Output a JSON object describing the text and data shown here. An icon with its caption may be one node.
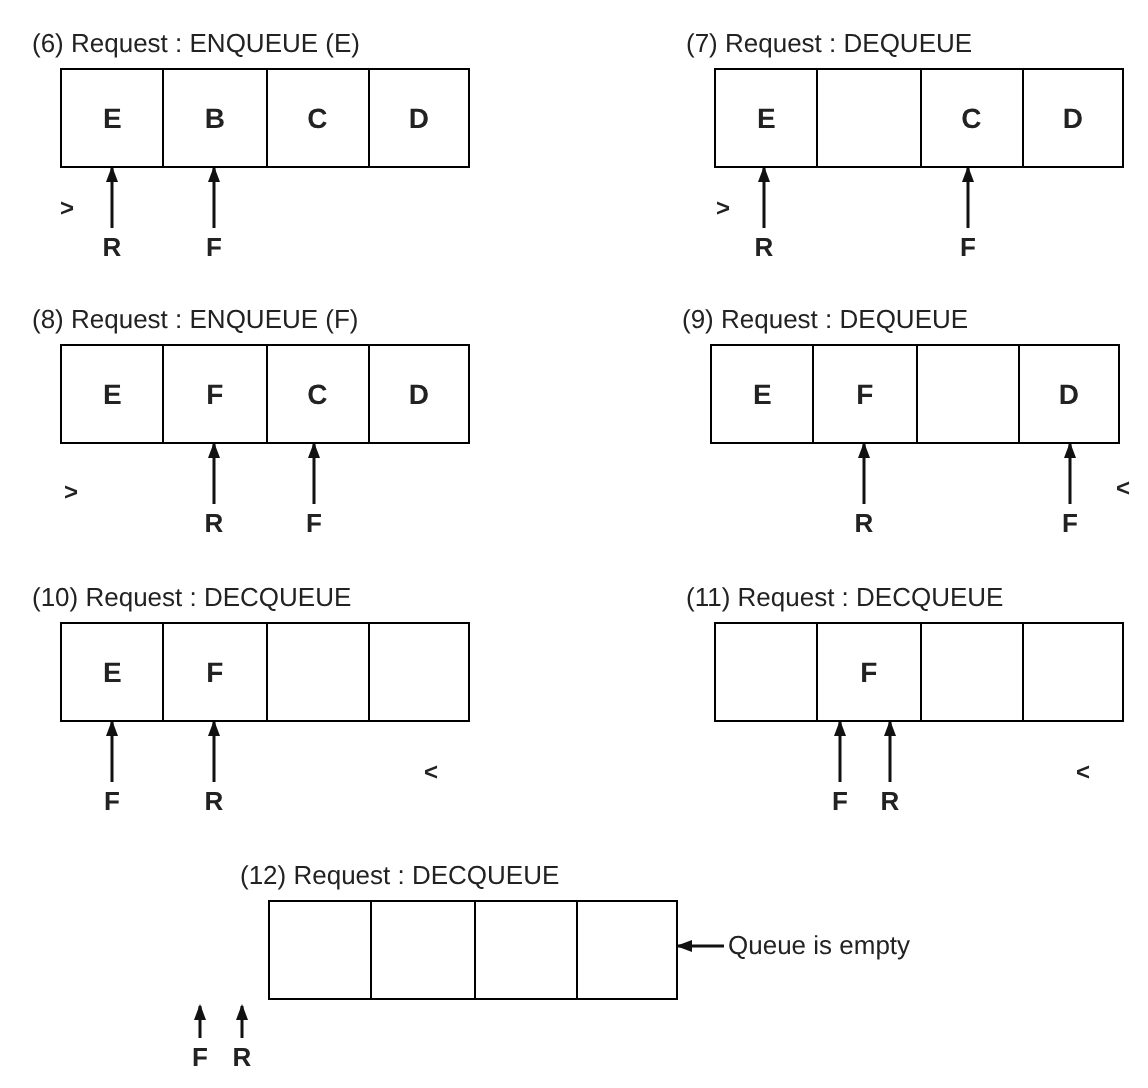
{
  "diagram": {
    "nodes": [
      {
        "text": [
          "(6) Request : ENQUEUE (E)"
        ]
      },
      {
        "text": [
          "E"
        ],
        "in": 0
      },
      {
        "text": [
          "B"
        ],
        "in": 0
      },
      {
        "text": [
          "C"
        ],
        "in": 0
      },
      {
        "text": [
          "D"
        ],
        "in": 0
      },
      {
        "text": [
          "R"
        ]
      },
      {
        "text": [
          "F"
        ]
      },
      {
        "text": [
          "(7) Request : DEQUEUE"
        ]
      },
      {
        "text": [
          "E"
        ],
        "in": 7
      },
      {
        "text": [],
        "shape": "box",
        "in": 7
      },
      {
        "text": [
          "C"
        ],
        "in": 7
      },
      {
        "text": [
          "D"
        ],
        "in": 7
      },
      {
        "text": [
          "R"
        ]
      },
      {
        "text": [
          "F"
        ]
      },
      {
        "text": [
          "(8) Request : ENQUEUE (F)"
        ]
      },
      {
        "text": [
          "E"
        ],
        "in": 14
      },
      {
        "text": [
          "F"
        ],
        "in": 14
      },
      {
        "text": [
          "C"
        ],
        "in": 14
      },
      {
        "text": [
          "D"
        ],
        "in": 14
      },
      {
        "text": [
          "R"
        ]
      },
      {
        "text": [
          "F"
        ]
      },
      {
        "text": [
          "(9) Request : DEQUEUE"
        ]
      },
      {
        "text": [
          "E"
        ],
        "in": 21
      },
      {
        "text": [
          "F"
        ],
        "in": 21
      },
      {
        "text": [],
        "shape": "box",
        "in": 21
      },
      {
        "text": [
          "D"
        ],
        "in": 21
      },
      {
        "text": [
          "R"
        ]
      },
      {
        "text": [
          "F"
        ]
      },
      {
        "text": [
          "(10) Request : DECQUEUE"
        ]
      },
      {
        "text": [
          "E"
        ],
        "in": 28
      },
      {
        "text": [
          "F"
        ],
        "in": 28
      },
      {
        "text": [],
        "shape": "box",
        "in": 28
      },
      {
        "text": [],
        "shape": "box",
        "in": 28
      },
      {
        "text": [
          "F"
        ]
      },
      {
        "text": [
          "R"
        ]
      },
      {
        "text": [
          "(11) Request : DECQUEUE"
        ]
      },
      {
        "text": [],
        "shape": "box",
        "in": 35
      },
      {
        "text": [
          "F"
        ],
        "in": 35
      },
      {
        "text": [],
        "shape": "box",
        "in": 35
      },
      {
        "text": [],
        "shape": "box",
        "in": 35
      },
      {
        "text": [
          "F"
        ]
      },
      {
        "text": [
          "R"
        ]
      },
      {
        "text": [
          "(12) Request : DECQUEUE"
        ]
      },
      {
        "text": [],
        "shape": "box",
        "in": 42
      },
      {
        "text": [],
        "shape": "box",
        "in": 42
      },
      {
        "text": [],
        "shape": "box",
        "in": 42
      },
      {
        "text": [],
        "shape": "box",
        "in": 42
      },
      {
        "text": [
          "F"
        ]
      },
      {
        "text": [
          "R"
        ]
      },
      {
        "text": [
          "Queue is empty"
        ]
      }
    ],
    "edges": [
      {
        "from": 5,
        "to": 1,
        "arrow": "to"
      },
      {
        "from": 6,
        "to": 2,
        "arrow": "to"
      },
      {
        "from": 12,
        "to": 8,
        "arrow": "to"
      },
      {
        "from": 13,
        "to": 10,
        "arrow": "to"
      },
      {
        "from": 19,
        "to": 16,
        "arrow": "to"
      },
      {
        "from": 20,
        "to": 17,
        "arrow": "to"
      },
      {
        "from": 26,
        "to": 23,
        "arrow": "to"
      },
      {
        "from": 27,
        "to": 25,
        "arrow": "to"
      },
      {
        "from": 33,
        "to": 29,
        "arrow": "to"
      },
      {
        "from": 34,
        "to": 30,
        "arrow": "to"
      },
      {
        "from": 40,
        "to": 37,
        "arrow": "to"
      },
      {
        "from": 41,
        "to": 37,
        "arrow": "to"
      },
      {
        "from": 47,
        "to": null,
        "arrow": "to"
      },
      {
        "from": 48,
        "to": null,
        "arrow": "to"
      },
      {
        "from": 49,
        "to": 42,
        "arrow": "to"
      }
    ],
    "labels": [
      ">",
      ">",
      ">",
      "<",
      "<",
      "<"
    ]
  }
}
